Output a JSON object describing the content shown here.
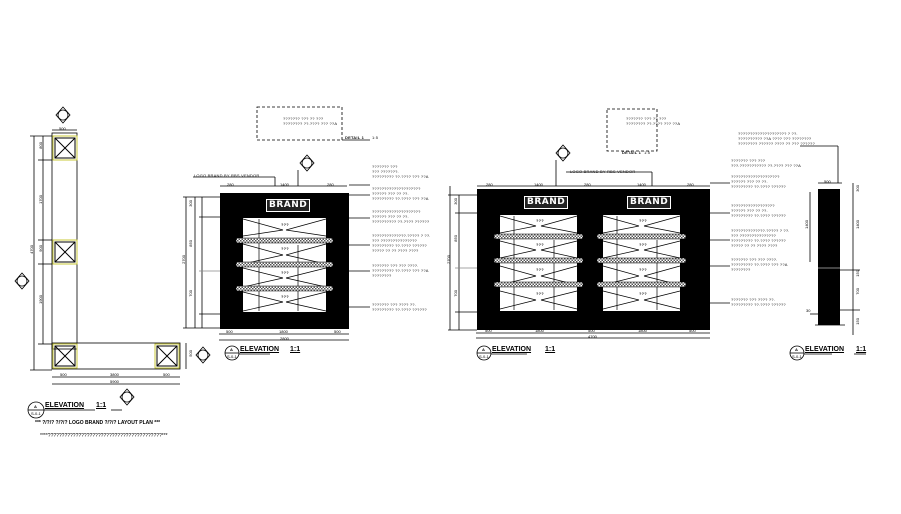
{
  "drawing": {
    "background": "#ffffff",
    "ink": "#000000",
    "accent_marker": "#c8c83a"
  },
  "plan": {
    "title": "ELEVATION",
    "scale": "1:1",
    "section_marker": "A",
    "section_sub": "S-0-1",
    "note_line1": "*** ?/?/? ?/?/? LOGO BRAND ?/?/? LAYOUT PLAN ***",
    "note_line2": "****?????????????????????????????????????????***",
    "dims": {
      "top_width": "500",
      "seg1": "800",
      "seg2": "1700",
      "seg3": "900",
      "seg4": "1900",
      "total_height": "4700",
      "bottom_left": "500",
      "bottom_mid": "3800",
      "bottom_right": "500",
      "bottom_total": "5900",
      "right_depth": "500"
    }
  },
  "elevation1": {
    "title": "ELEVATION",
    "scale": "1:1",
    "section_marker": "A",
    "section_sub": "S-0-1",
    "brand_label": "BRAND",
    "logo_callout": "LOGO BRAND BY RBS VENDOR",
    "detail_label": "DETAIL 1",
    "detail_scale": "1:5",
    "detail_text": [
      "??????? ??? ?? ???",
      "???????? ??.???? ??? ??A"
    ],
    "panel_labels": [
      "???",
      "???",
      "???",
      "???"
    ],
    "panel_dims": [
      "500",
      "500",
      "500",
      "500"
    ],
    "top_dims": [
      "200",
      "280",
      "1400",
      "280",
      "200"
    ],
    "bottom_dims": [
      "500",
      "1800",
      "500"
    ],
    "bottom_total": "2800",
    "left_dims": [
      "300",
      "150",
      "850",
      "2700",
      "1200",
      "700",
      "150"
    ],
    "callouts": [
      "??????? ???\n??? ???????.\n????????? ??.???? ??? ??A",
      "????????????????????\n?????? ??? ?? ??.\n????????? ??.???? ??? ??A",
      "????????????????????\n?????? ??? ?? ??.\n?????????? ??.???? ??????",
      "??????????????.????? ? ??.\n??? ???????????????\n????????? ??.???? ??????\n????? ?? ?? ???? ????",
      "??????? ??? ??? ????.\n????????? ??.???? ??? ??A\n????????",
      "??????? ??? ???? ??.\n????????? ??.???? ??????"
    ]
  },
  "elevation2": {
    "title": "ELEVATION",
    "scale": "1:1",
    "section_marker": "A",
    "section_sub": "S-0-1",
    "brand_labels": [
      "BRAND",
      "BRAND"
    ],
    "logo_callout": "LOGO BRAND BY RBS VENDOR",
    "detail_label": "DETAIL 1",
    "detail_scale": "1:5",
    "detail_text": [
      "??????? ??? ?? ???",
      "???????? ??.???? ??? ??A"
    ],
    "panel_labels": [
      "???",
      "???",
      "???",
      "???",
      "???",
      "???",
      "???",
      "???"
    ],
    "top_dims": [
      "200",
      "280",
      "1400",
      "280",
      "280",
      "280",
      "1400",
      "280",
      "200"
    ],
    "bottom_dims": [
      "500",
      "1800",
      "500",
      "1800",
      "500"
    ],
    "bottom_total": "4700",
    "left_dims": [
      "300",
      "150",
      "850",
      "2700",
      "1200",
      "700",
      "150"
    ],
    "callouts": [
      "??????? ??? ???\n???.??????????? ??.???? ??? ??A",
      "????????????????????\n?????? ??? ?? ??.\n????????? ??.???? ??????",
      "??????????????????\n?????? ??? ?? ??.\n????????? ??.???? ??????",
      "??????????????.????? ? ??.\n??? ???????????????\n????????? ??.???? ??????\n????? ?? ?? ???? ????",
      "??????? ??? ??? ????.\n????????? ??.???? ??? ??A\n????????",
      "??????? ??? ???? ??.\n????????? ??.???? ??????"
    ]
  },
  "side": {
    "title": "ELEVATION",
    "scale": "1:1",
    "section_marker": "A",
    "section_sub": "S-0-1",
    "top_callout": "???????????????????? ? ??.\n?????????? ??A ???? ??? ????????\n???????? ?????? ???? ?? ??? ??????",
    "top_dim": "500",
    "left_dim": "1400",
    "right_dims": [
      "300",
      "1400",
      "150",
      "150",
      "700",
      "150"
    ],
    "foot_dim": "30"
  }
}
